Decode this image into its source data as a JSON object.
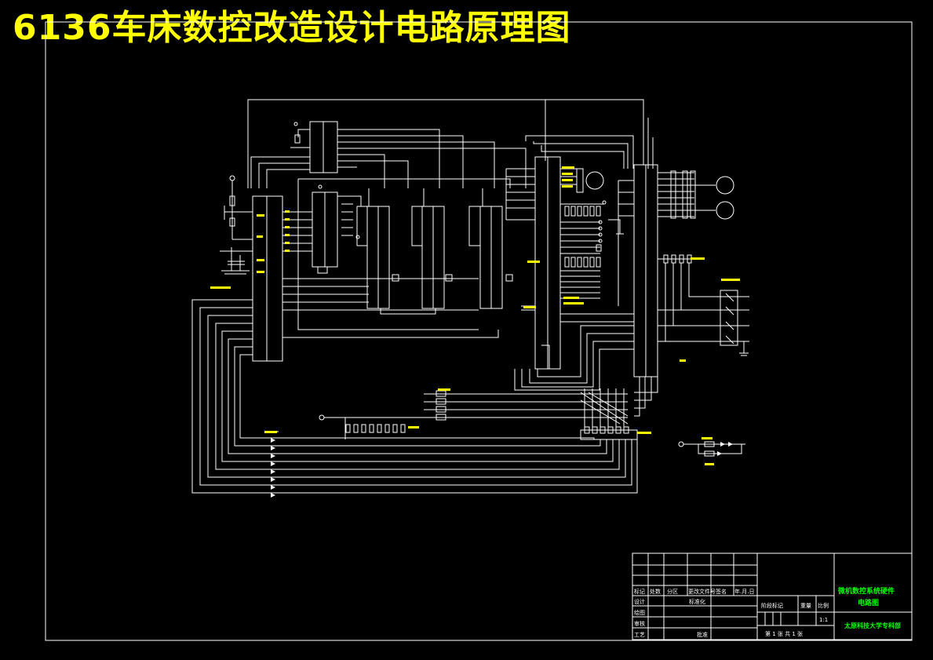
{
  "title": "6136车床数控改造设计电路原理图",
  "title_block": {
    "drawing_name_line1": "微机数控系统硬件",
    "drawing_name_line2": "电路图",
    "school": "太原科技大学专科部",
    "scale": "1:1",
    "stage_mark_label": "阶段标记",
    "weight_label": "重量",
    "scale_label": "比例",
    "sheet_text": "第 1 张   共 1 张",
    "row_labels": [
      "标记",
      "设计",
      "绘图",
      "审核",
      "工艺"
    ],
    "col_labels": [
      "处数",
      "分区",
      "更改文件号",
      "签名",
      "年.月.日"
    ],
    "approve_label": "批准",
    "standard_label": "标准化"
  }
}
